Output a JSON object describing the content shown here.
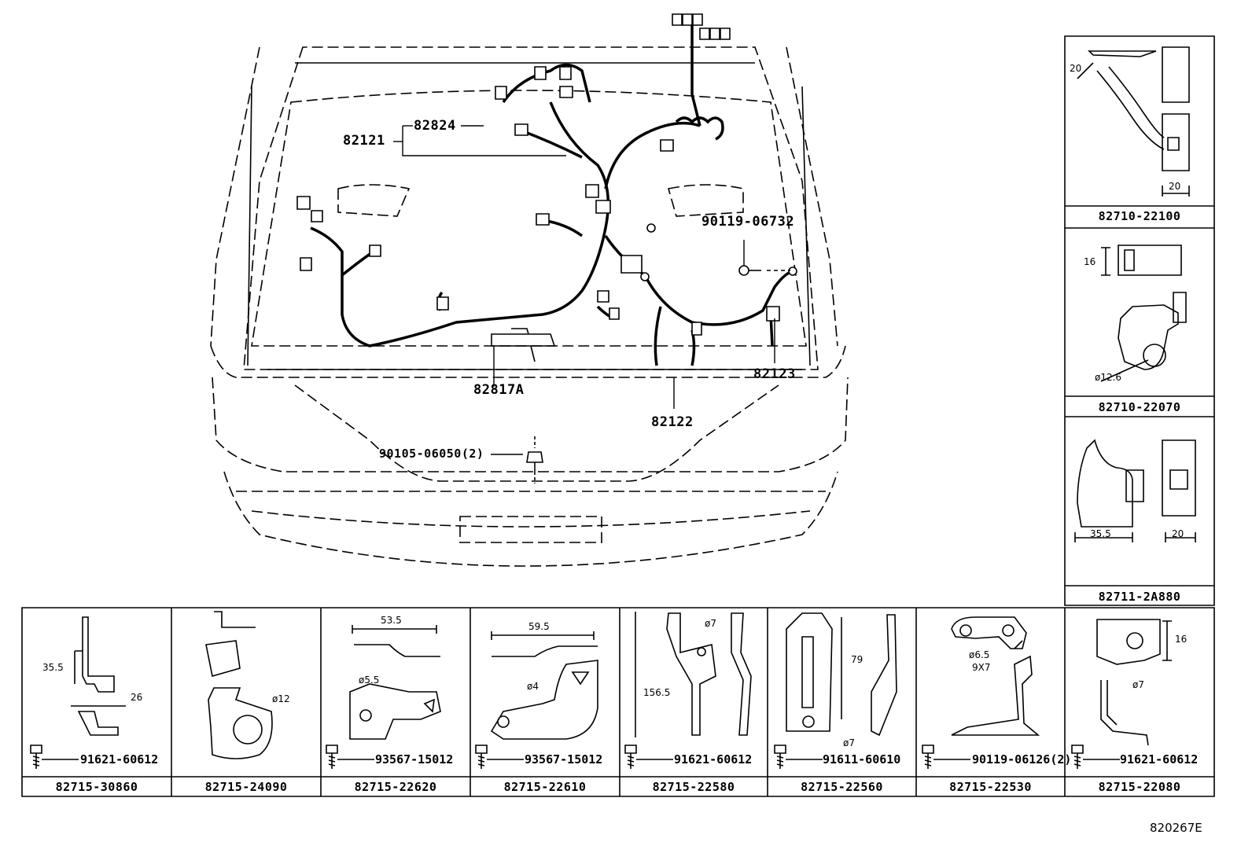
{
  "main": {
    "callouts": {
      "c82121": "82121",
      "c82824": "82824",
      "c90119_06732": "90119-06732",
      "c82817A": "82817A",
      "c82123": "82123",
      "c82122": "82122",
      "c90105_06050": "90105-06050(2)"
    }
  },
  "right_panels": [
    {
      "part": "82710-22100",
      "dims": [
        "20",
        "20"
      ]
    },
    {
      "part": "82710-22070",
      "dims": [
        "16",
        "ø12.6"
      ]
    },
    {
      "part": "82711-2A880",
      "dims": [
        "35.5",
        "20"
      ]
    }
  ],
  "bottom_panels": [
    {
      "part": "82715-30860",
      "bolt": "91621-60612",
      "dims": [
        "35.5",
        "26"
      ]
    },
    {
      "part": "82715-24090",
      "bolt": "",
      "dims": [
        "ø12"
      ]
    },
    {
      "part": "82715-22620",
      "bolt": "93567-15012",
      "dims": [
        "53.5",
        "ø5.5"
      ]
    },
    {
      "part": "82715-22610",
      "bolt": "93567-15012",
      "dims": [
        "59.5",
        "ø4"
      ]
    },
    {
      "part": "82715-22580",
      "bolt": "91621-60612",
      "dims": [
        "ø7",
        "156.5"
      ]
    },
    {
      "part": "82715-22560",
      "bolt": "91611-60610",
      "dims": [
        "79",
        "ø7"
      ]
    },
    {
      "part": "82715-22530",
      "bolt": "90119-06126(2)",
      "dims": [
        "ø6.5",
        "9X7"
      ]
    },
    {
      "part": "82715-22080",
      "bolt": "91621-60612",
      "dims": [
        "16",
        "ø7"
      ]
    }
  ],
  "footer": {
    "figure_code": "820267E"
  }
}
